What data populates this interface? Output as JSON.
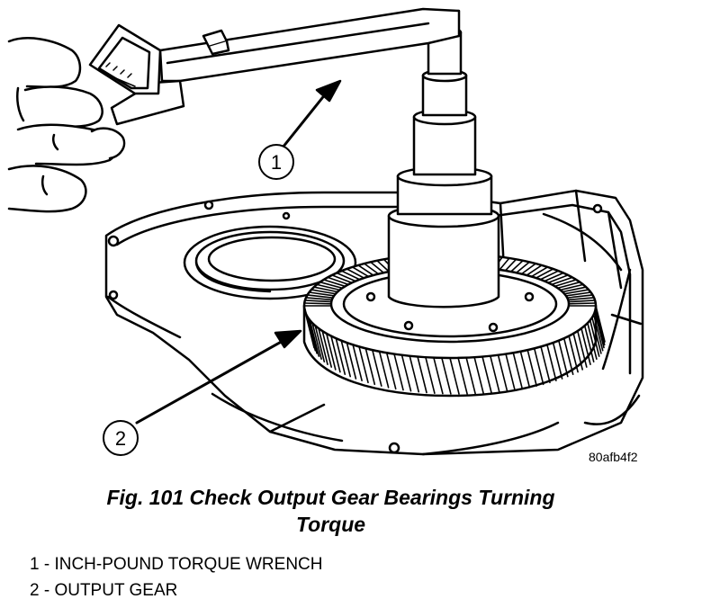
{
  "figure": {
    "callouts": [
      {
        "number": "1",
        "label": "INCH-POUND TORQUE WRENCH"
      },
      {
        "number": "2",
        "label": "OUTPUT GEAR"
      }
    ],
    "figure_id": "80afb4f2"
  },
  "caption": {
    "line1": "Fig. 101 Check Output Gear Bearings Turning",
    "line2": "Torque"
  },
  "legend": [
    {
      "text": "1 - INCH-POUND TORQUE WRENCH"
    },
    {
      "text": "2 - OUTPUT GEAR"
    }
  ]
}
